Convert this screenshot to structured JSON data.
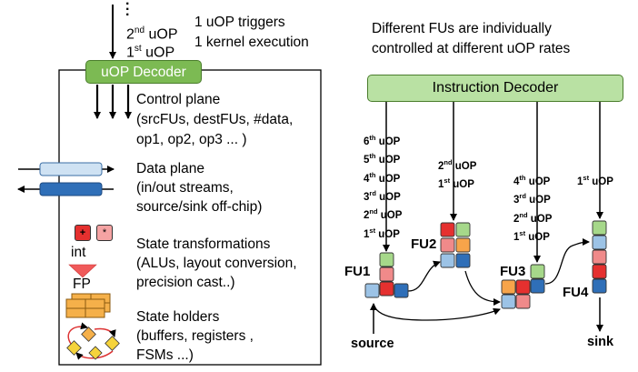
{
  "left": {
    "uop_second": "2",
    "uop_second_sup": "nd",
    "uop_first": "1",
    "uop_first_sup": "st",
    "uop_word": " uOP",
    "trigger_line1": "1 uOP triggers",
    "trigger_line2": "1 kernel execution",
    "decoder_label": "uOP Decoder",
    "control_plane": [
      "Control plane",
      "(srcFUs, destFUs,  #data,",
      "op1, op2, op3 ... )"
    ],
    "data_plane": [
      "Data plane",
      "(in/out streams,",
      "source/sink off-chip)"
    ],
    "state_trans": [
      "State transformations",
      "(ALUs, layout conversion,",
      "precision cast..)"
    ],
    "state_holders": [
      "State holders",
      "(buffers, registers ,",
      "FSMs ...)"
    ],
    "int_label": "int",
    "fp_label": "FP",
    "plus_symbol": "+",
    "star_symbol": "*"
  },
  "right": {
    "caption": [
      "Different FUs are individually",
      "controlled at different uOP rates"
    ],
    "decoder_label": "Instruction Decoder",
    "fu1_uops": [
      [
        "6",
        "th"
      ],
      [
        "5",
        "th"
      ],
      [
        "4",
        "th"
      ],
      [
        "3",
        "rd"
      ],
      [
        "2",
        "nd"
      ],
      [
        "1",
        "st"
      ]
    ],
    "fu2_uops": [
      [
        "2",
        "nd"
      ],
      [
        "1",
        "st"
      ]
    ],
    "fu3_uops": [
      [
        "4",
        "th"
      ],
      [
        "3",
        "rd"
      ],
      [
        "2",
        "nd"
      ],
      [
        "1",
        "st"
      ]
    ],
    "fu4_uops": [
      [
        "1",
        "st"
      ]
    ],
    "uop_word": " uOP",
    "fu_labels": [
      "FU1",
      "FU2",
      "FU3",
      "FU4"
    ],
    "source_label": "source",
    "sink_label": "sink"
  },
  "colors": {
    "green": "#7cba53",
    "light_green": "#b9e1a3",
    "cell_green": "#a6d88a",
    "cell_red": "#e5302f",
    "cell_pink": "#f08a8a",
    "cell_orange": "#f7a44a",
    "cell_blue": "#2f6fb8",
    "cell_lightblue": "#9cc3e6",
    "buffer_orange": "#f5b04a",
    "fsm_yellow": "#f5d33b"
  }
}
